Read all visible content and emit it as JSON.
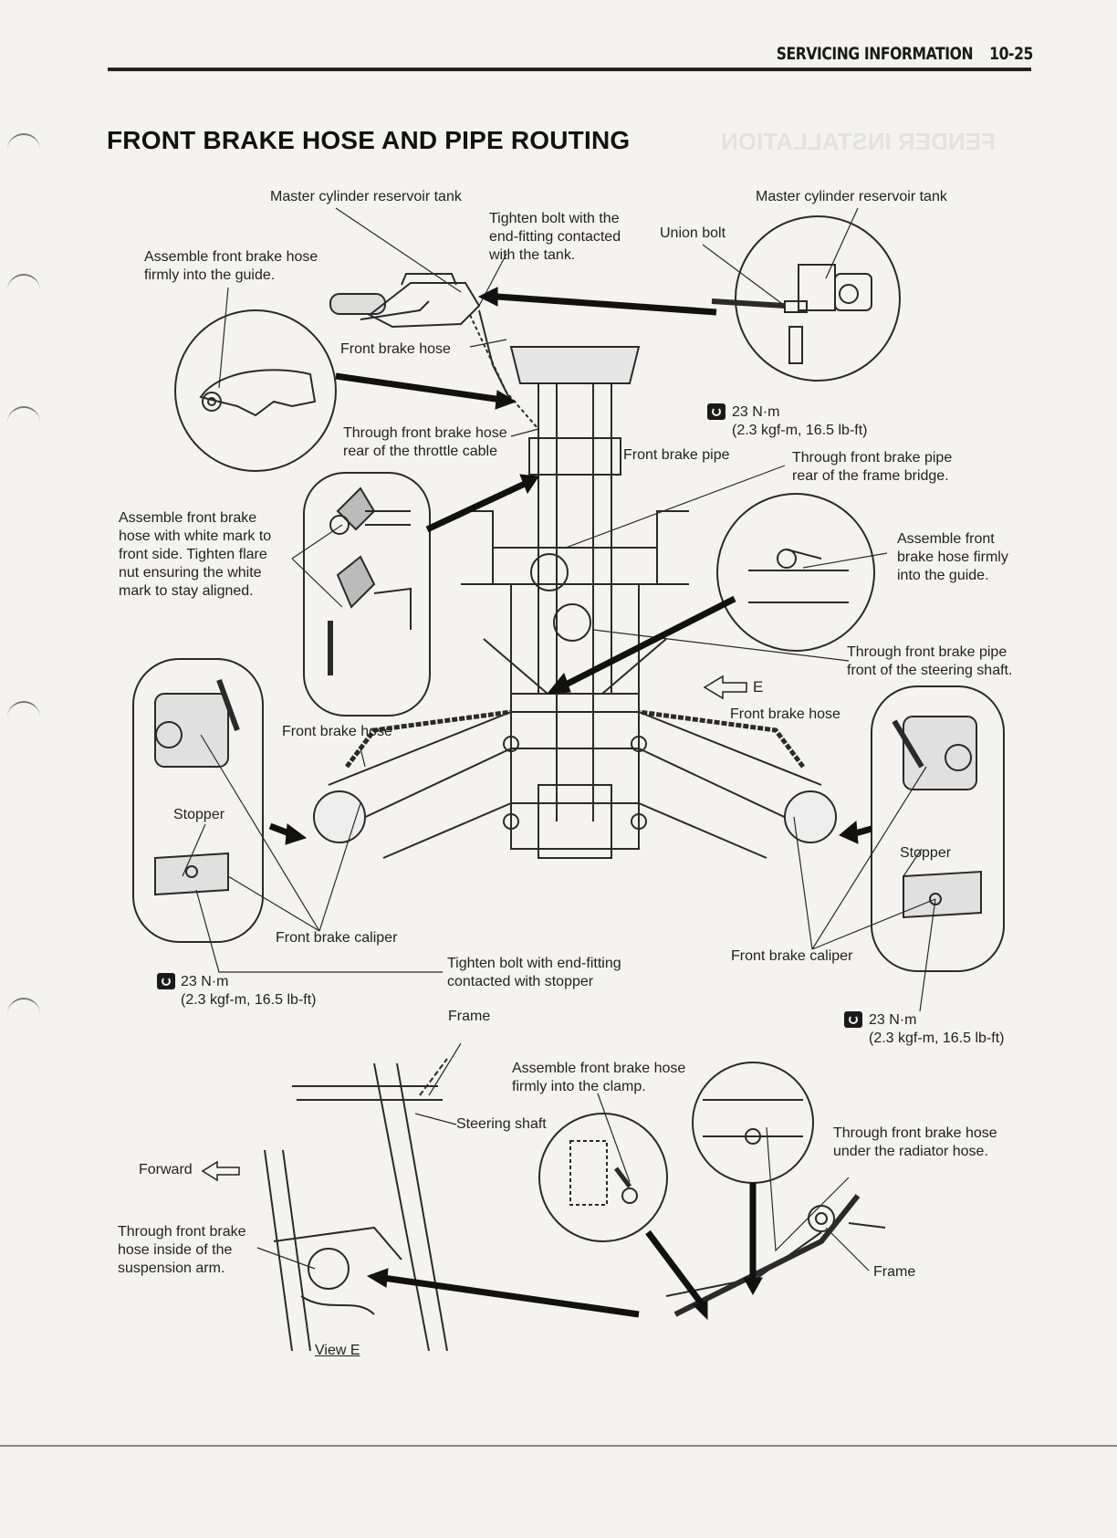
{
  "header": {
    "section": "SERVICING INFORMATION",
    "page": "10-25"
  },
  "title": "FRONT BRAKE HOSE AND PIPE ROUTING",
  "labels": {
    "master_cyl_left": "Master cylinder reservoir tank",
    "master_cyl_right": "Master cylinder reservoir tank",
    "tighten_bolt_tank": "Tighten bolt with the\nend-fitting contacted\nwith the tank.",
    "union_bolt": "Union bolt",
    "assemble_guide_top": "Assemble front brake hose\nfirmly into the guide.",
    "front_brake_hose_1": "Front brake hose",
    "torque_top": "23 N·m\n(2.3 kgf-m, 16.5 lb-ft)",
    "through_throttle": "Through front brake hose\nrear of the throttle cable",
    "front_brake_pipe": "Front brake pipe",
    "through_frame_bridge": "Through front brake pipe\nrear of the frame bridge.",
    "white_mark": "Assemble front brake\nhose with white mark to\nfront side. Tighten flare\nnut ensuring the white\nmark to stay aligned.",
    "assemble_guide_right": "Assemble front\nbrake hose firmly\ninto the guide.",
    "through_steering": "Through front brake pipe\nfront of the steering shaft.",
    "view_e_arrow": "E",
    "front_brake_hose_2": "Front brake hose",
    "front_brake_hose_3": "Front brake hose",
    "stopper_left": "Stopper",
    "stopper_right": "Stopper",
    "front_brake_caliper_left": "Front brake caliper",
    "front_brake_caliper_right": "Front brake caliper",
    "tighten_bolt_stopper": "Tighten bolt with end-fitting\ncontacted with stopper",
    "torque_left": "23 N·m\n(2.3 kgf-m, 16.5 lb-ft)",
    "torque_right": "23 N·m\n(2.3 kgf-m, 16.5 lb-ft)",
    "frame_1": "Frame",
    "assemble_clamp": "Assemble front brake hose\nfirmly into the clamp.",
    "steering_shaft": "Steering shaft",
    "forward": "Forward",
    "through_radiator": "Through front brake hose\nunder the radiator hose.",
    "through_suspension": "Through front brake\nhose inside of the\nsuspension arm.",
    "frame_2": "Frame",
    "view_e": "View E"
  }
}
